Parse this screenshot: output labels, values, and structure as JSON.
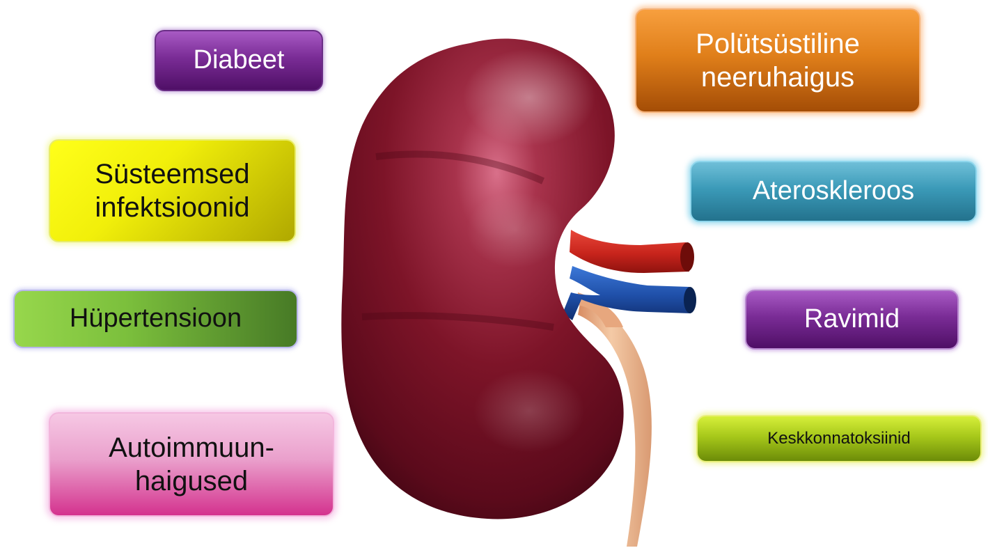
{
  "labels": {
    "diabetes": "Diabeet",
    "systemic_infections": [
      "Süsteemsed",
      "infektsioonid"
    ],
    "hypertension": "Hüpertensioon",
    "autoimmune": [
      "Autoimmuun-",
      "haigused"
    ],
    "polycystic_kidney_disease": [
      "Polütsüstiline",
      "neeruhaigus"
    ],
    "atherosclerosis": "Ateroskleroos",
    "medications": "Ravimid",
    "environmental_toxins": "Keskkonnatoksiinid"
  },
  "colors": {
    "kidney": "#8e1a2e",
    "artery": "#c8241c",
    "vein": "#1f4fa8",
    "ureter": "#e9b08a",
    "diabetes_box": "#7a2c96",
    "systemic_box": "#f1ef0a",
    "hypertension_box": "#7bbf3c",
    "autoimmune_box": "#eaa0cc",
    "pkd_box": "#e07f1a",
    "atherosclerosis_box": "#3b9ab8",
    "medications_box": "#7a2c96",
    "toxins_box": "#a7c81a"
  },
  "icons": {
    "center_illustration": "kidney-icon"
  }
}
